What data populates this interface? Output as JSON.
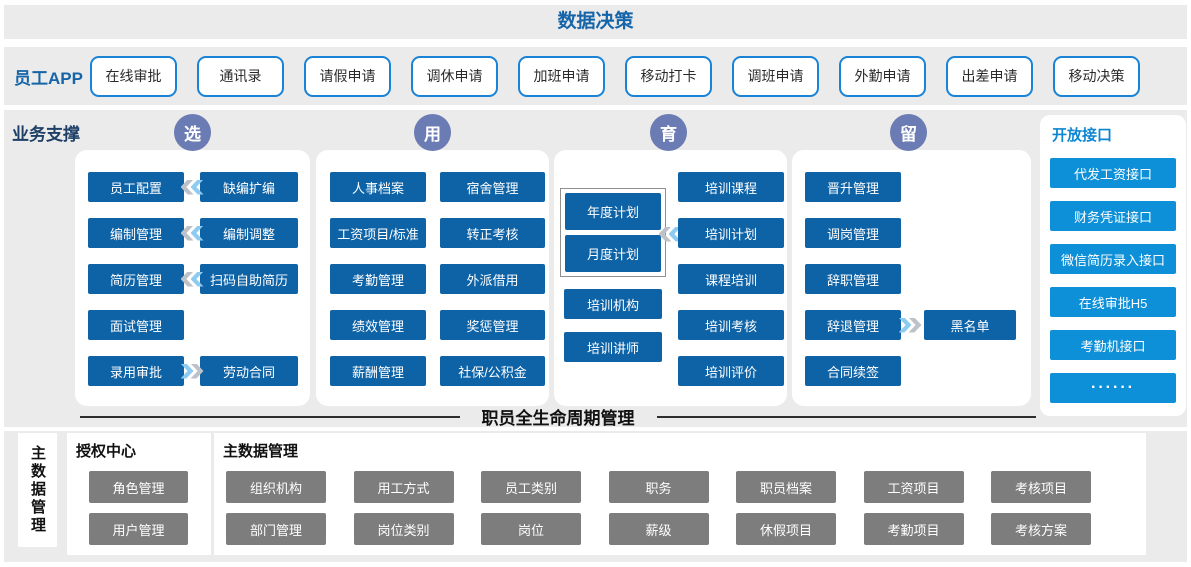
{
  "title": "数据决策",
  "app_bar": {
    "label": "员工APP",
    "buttons": [
      "在线审批",
      "通讯录",
      "请假申请",
      "调休申请",
      "加班申请",
      "移动打卡",
      "调班申请",
      "外勤申请",
      "出差申请",
      "移动决策"
    ]
  },
  "business": {
    "label": "业务支撑",
    "lifecycle_title": "职员全生命周期管理",
    "badges": [
      "选",
      "用",
      "育",
      "留"
    ],
    "select": {
      "rows": [
        {
          "left": "员工配置",
          "right": "缺编扩编"
        },
        {
          "left": "编制管理",
          "right": "编制调整"
        },
        {
          "left": "简历管理",
          "right": "扫码自助简历"
        },
        {
          "left": "面试管理"
        },
        {
          "left": "录用审批",
          "right": "劳动合同"
        }
      ]
    },
    "use": {
      "rows": [
        {
          "left": "人事档案",
          "right": "宿舍管理"
        },
        {
          "left": "工资项目/标准",
          "right": "转正考核"
        },
        {
          "left": "考勤管理",
          "right": "外派借用"
        },
        {
          "left": "绩效管理",
          "right": "奖惩管理"
        },
        {
          "left": "薪酬管理",
          "right": "社保/公积金"
        }
      ]
    },
    "train": {
      "plan_group": [
        "年度计划",
        "月度计划"
      ],
      "left_items": [
        "培训机构",
        "培训讲师"
      ],
      "right_items": [
        "培训课程",
        "培训计划",
        "课程培训",
        "培训考核",
        "培训评价"
      ]
    },
    "retain": {
      "items": [
        "晋升管理",
        "调岗管理",
        "辞职管理",
        "辞退管理",
        "合同续签"
      ],
      "blacklist": "黑名单"
    },
    "open_api": {
      "title": "开放接口",
      "items": [
        "代发工资接口",
        "财务凭证接口",
        "微信简历录入接口",
        "在线审批H5",
        "考勤机接口",
        "······"
      ]
    }
  },
  "master": {
    "side_label": "主数据管理",
    "auth": {
      "title": "授权中心",
      "items": [
        "角色管理",
        "用户管理"
      ]
    },
    "data": {
      "title": "主数据管理",
      "row1": [
        "组织机构",
        "用工方式",
        "员工类别",
        "职务",
        "职员档案",
        "工资项目",
        "考核项目"
      ],
      "row2": [
        "部门管理",
        "岗位类别",
        "岗位",
        "薪级",
        "休假项目",
        "考勤项目",
        "考核方案"
      ]
    }
  },
  "colors": {
    "band_bg": "#ebebeb",
    "title_blue": "#1565a8",
    "navy_label": "#1e3f66",
    "module_blue": "#0e63a7",
    "api_blue": "#0e90d8",
    "badge_blue": "#6b7cb4",
    "gray_button": "#7d7d7d",
    "app_button_border": "#1a83d6"
  }
}
